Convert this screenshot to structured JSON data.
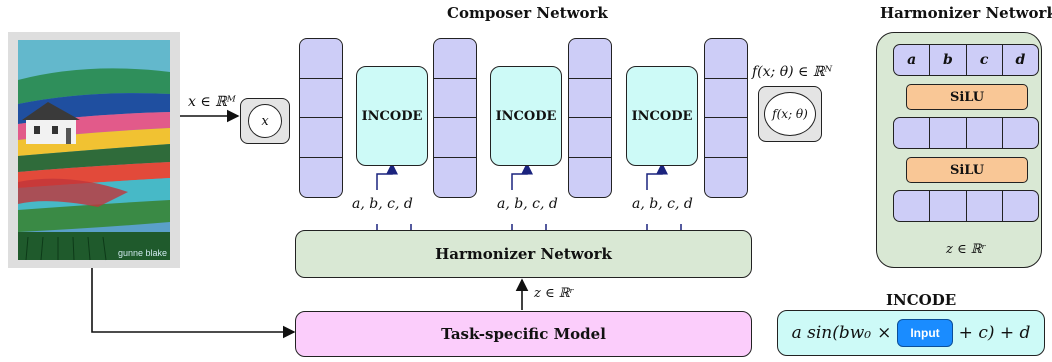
{
  "composer": {
    "title": "Composer Network",
    "incode_labels": [
      "INCODE",
      "INCODE",
      "INCODE"
    ],
    "abcd_labels": [
      "a, b, c, d",
      "a, b, c, d",
      "a, b, c, d"
    ],
    "input_label": "x ∈ ℝᴹ",
    "input_symbol": "x",
    "output_label": "f(x; θ) ∈ ℝᴺ",
    "output_symbol": "f(x; θ)"
  },
  "harmonizer_bar": {
    "label": "Harmonizer Network"
  },
  "task_model": {
    "label": "Task-specific Model"
  },
  "z_label": "z ∈ ℝʳ",
  "harmonizer_detail": {
    "title": "Harmonizer Network",
    "params": [
      "a",
      "b",
      "c",
      "d"
    ],
    "silu_labels": [
      "SiLU",
      "SiLU"
    ],
    "z_label": "z ∈ ℝʳ"
  },
  "incode_formula": {
    "title": "INCODE",
    "prefix": "a sin(bw₀",
    "times": "×",
    "input_label": "Input",
    "suffix": "+ c) + d"
  },
  "image": {
    "watermark": "gunne blake"
  },
  "colors": {
    "layer": "#cdcdf7",
    "incode": "#cdfaf7",
    "harmonizer": "#d9e8d4",
    "task_model": "#fbcdfb",
    "silu": "#f9c796",
    "input_button": "#1a8cff"
  }
}
